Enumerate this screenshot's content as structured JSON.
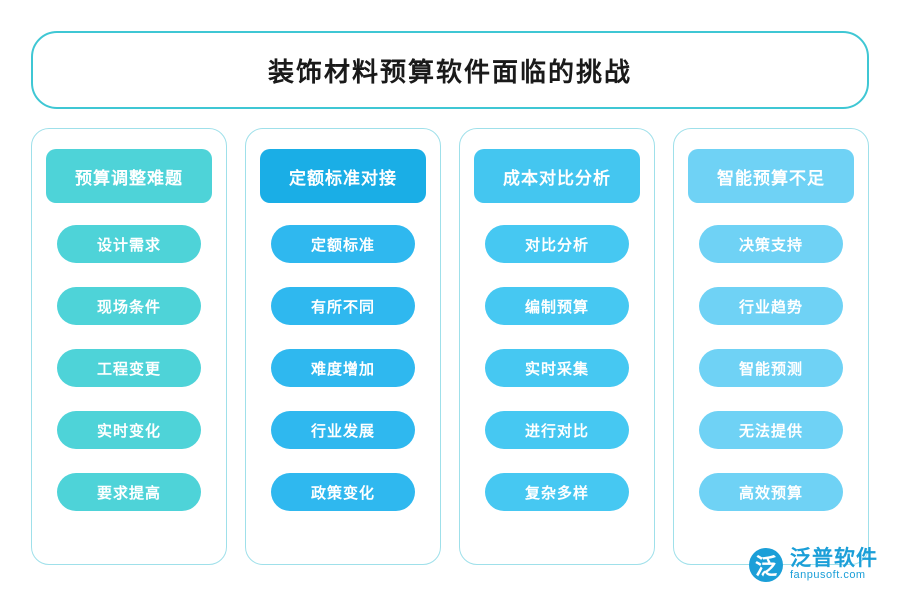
{
  "title": "装饰材料预算软件面临的挑战",
  "theme": {
    "banner_border": "#3fc7d4",
    "col1_header": "#4ed3d8",
    "col1_pill": "#4ed3d8",
    "col2_header": "#1aaee6",
    "col2_pill": "#2fb8ef",
    "col3_header": "#44c6f0",
    "col3_pill": "#46c8f2",
    "col4_header": "#6fd2f5",
    "col4_pill": "#6fd2f5",
    "title_color": "#1a1a1a",
    "logo_color": "#1b9fd8"
  },
  "columns": [
    {
      "header": "预算调整难题",
      "bordered": true,
      "items": [
        "设计需求",
        "现场条件",
        "工程变更",
        "实时变化",
        "要求提高"
      ]
    },
    {
      "header": "定额标准对接",
      "bordered": true,
      "items": [
        "定额标准",
        "有所不同",
        "难度增加",
        "行业发展",
        "政策变化"
      ]
    },
    {
      "header": "成本对比分析",
      "bordered": true,
      "items": [
        "对比分析",
        "编制预算",
        "实时采集",
        "进行对比",
        "复杂多样"
      ]
    },
    {
      "header": "智能预算不足",
      "bordered": true,
      "items": [
        "决策支持",
        "行业趋势",
        "智能预测",
        "无法提供",
        "高效预算"
      ]
    }
  ],
  "logo": {
    "mark": "泛",
    "name_cn": "泛普软件",
    "name_en": "fanpusoft.com"
  }
}
